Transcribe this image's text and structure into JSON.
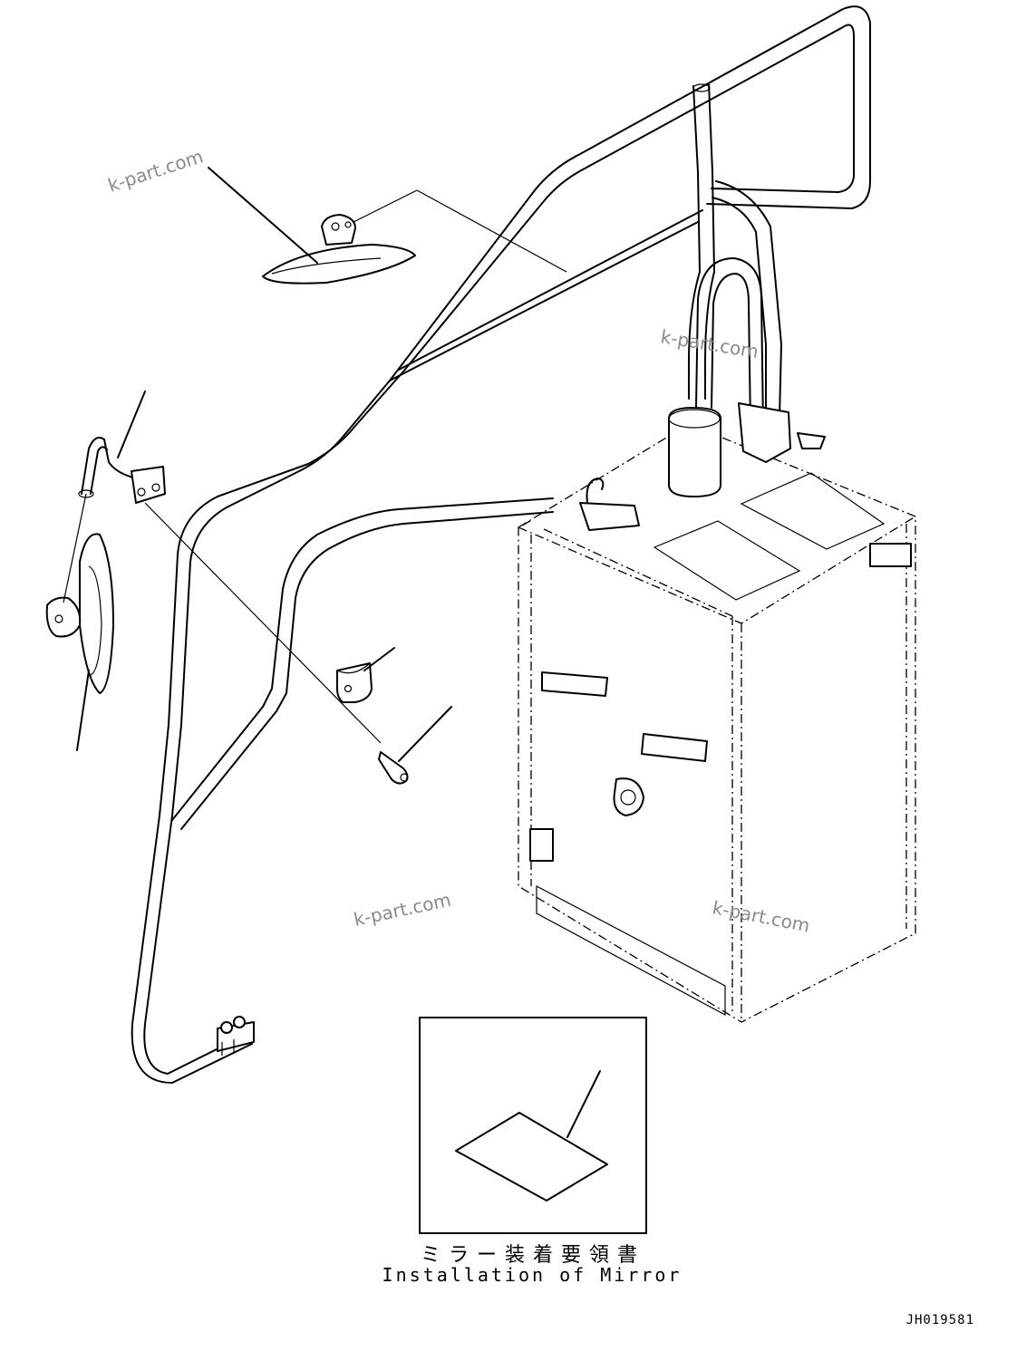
{
  "watermarks": [
    {
      "text": "k-part.com"
    },
    {
      "text": "k-part.com"
    },
    {
      "text": "k-part.com"
    },
    {
      "text": "k-part.com"
    }
  ],
  "inset": {
    "caption_jp": "ミラー装着要領書",
    "caption_en": "Installation of Mirror"
  },
  "drawing_code": "JH019581"
}
